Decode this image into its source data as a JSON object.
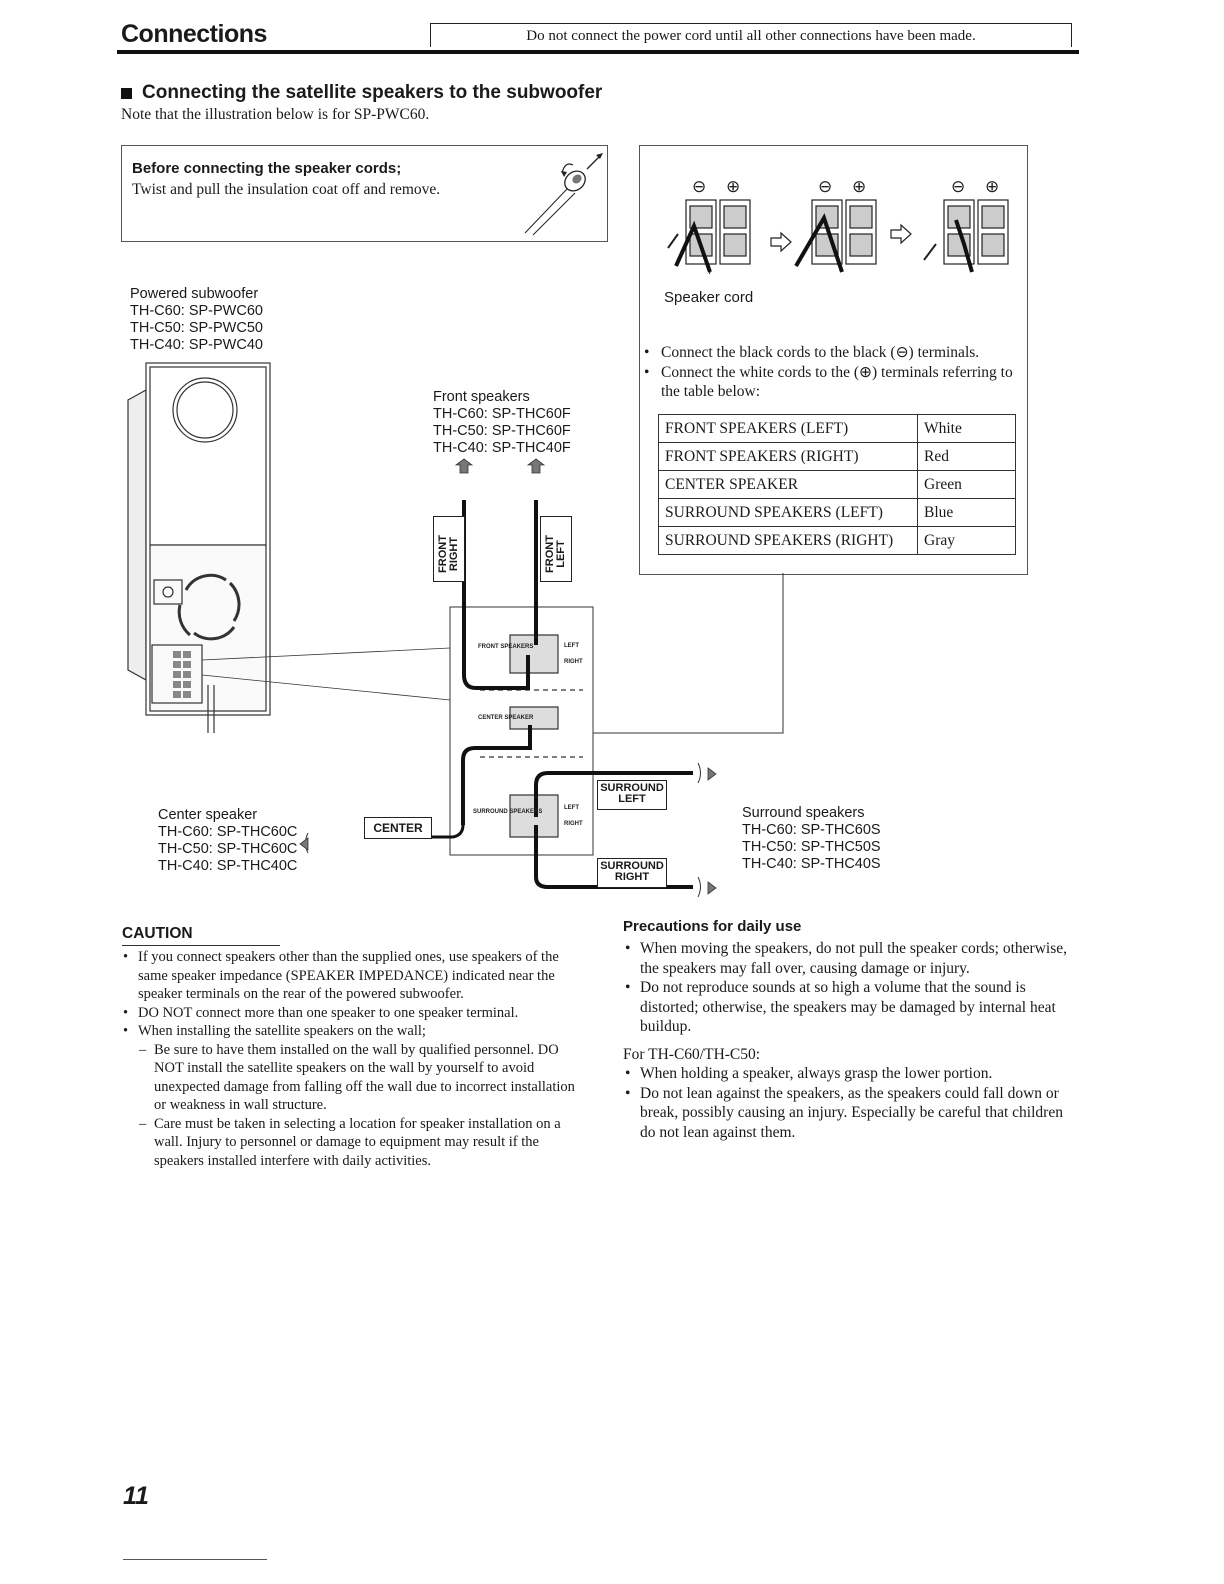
{
  "header": {
    "title": "Connections",
    "note": "Do not connect the power cord until all other connections have been made."
  },
  "section": {
    "title": "Connecting the satellite speakers to the subwoofer",
    "note": "Note that the illustration below is for SP-PWC60."
  },
  "before_box": {
    "heading": "Before connecting the speaker cords;",
    "text": "Twist and pull the insulation coat off and remove."
  },
  "subwoofer": {
    "label": "Powered subwoofer",
    "models": [
      "TH-C60: SP-PWC60",
      "TH-C50: SP-PWC50",
      "TH-C40: SP-PWC40"
    ]
  },
  "front_speakers": {
    "label": "Front speakers",
    "models": [
      "TH-C60: SP-THC60F",
      "TH-C50: SP-THC60F",
      "TH-C40: SP-THC40F"
    ]
  },
  "center_speaker": {
    "label": "Center speaker",
    "models": [
      "TH-C60: SP-THC60C",
      "TH-C50: SP-THC60C",
      "TH-C40: SP-THC40C"
    ]
  },
  "surround_speakers": {
    "label": "Surround speakers",
    "models": [
      "TH-C60: SP-THC60S",
      "TH-C50: SP-THC50S",
      "TH-C40: SP-THC40S"
    ]
  },
  "diagram_tags": {
    "front_right": "FRONT RIGHT",
    "front_left": "FRONT LEFT",
    "center": "CENTER",
    "surround_left": [
      "SURROUND",
      "LEFT"
    ],
    "surround_right": [
      "SURROUND",
      "RIGHT"
    ],
    "front_speakers_terminal": "FRONT SPEAKERS",
    "center_speaker_terminal": "CENTER SPEAKER",
    "surround_speakers_terminal": "SURROUND SPEAKERS",
    "left": "LEFT",
    "right": "RIGHT"
  },
  "terminal_box": {
    "speaker_cord": "Speaker cord",
    "minus": "⊖",
    "plus": "⊕",
    "bullets": [
      "Connect the black cords to the black (⊖) terminals.",
      "Connect the white cords to the (⊕) terminals referring to the table below:"
    ],
    "table": [
      [
        "FRONT SPEAKERS (LEFT)",
        "White"
      ],
      [
        "FRONT SPEAKERS (RIGHT)",
        "Red"
      ],
      [
        "CENTER SPEAKER",
        "Green"
      ],
      [
        "SURROUND SPEAKERS (LEFT)",
        "Blue"
      ],
      [
        "SURROUND SPEAKERS (RIGHT)",
        "Gray"
      ]
    ]
  },
  "caution": {
    "heading": "CAUTION",
    "bullets": [
      "If you connect speakers other than the supplied ones, use speakers of the same speaker impedance (SPEAKER IMPEDANCE) indicated near the speaker terminals on the rear of the powered subwoofer.",
      "DO NOT connect more than one speaker to one speaker terminal.",
      "When installing the satellite speakers on the wall;"
    ],
    "dashes": [
      "Be sure to have them installed on the wall by qualified personnel. DO NOT install the satellite speakers on the wall by yourself to avoid unexpected damage from falling off the wall due to incorrect installation or weakness in wall structure.",
      "Care must be taken in selecting a location for speaker installation on a wall. Injury to personnel or damage to equipment may result if the speakers installed interfere with daily activities."
    ]
  },
  "precautions": {
    "heading": "Precautions for daily use",
    "bullets": [
      "When moving the speakers, do not pull the speaker cords; otherwise, the speakers may fall over, causing damage or injury.",
      "Do not reproduce sounds at so high a volume that the sound is distorted; otherwise, the speakers may be damaged by internal heat buildup."
    ],
    "subheading": "For TH-C60/TH-C50:",
    "bullets2": [
      "When holding a speaker, always grasp the lower portion.",
      "Do not lean against the speakers, as the speakers could fall down or break, possibly causing an injury. Especially be careful that children do not lean against them."
    ]
  },
  "page_number": "11"
}
